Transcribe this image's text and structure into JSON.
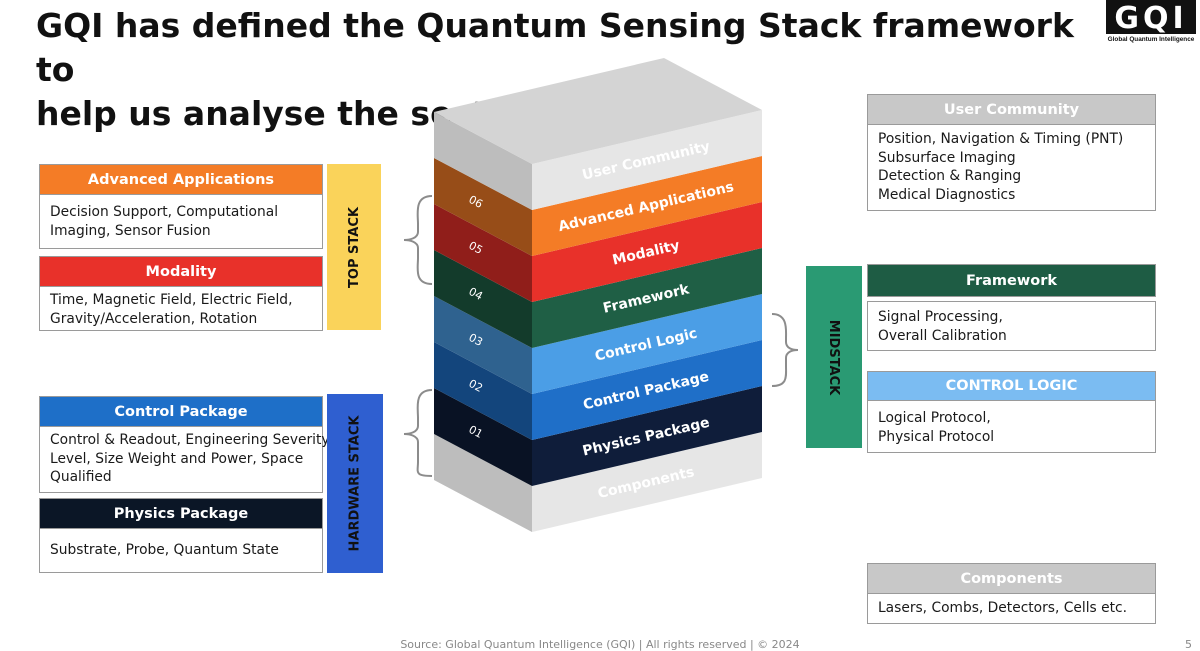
{
  "title_lines": [
    "GQI has defined the Quantum Sensing Stack framework to",
    "help us analyse the sector"
  ],
  "logo": {
    "letters": "GQI",
    "tagline": "Global Quantum Intelligence"
  },
  "stack": [
    {
      "label": "User Community",
      "num": "",
      "color": "#e6e6e6"
    },
    {
      "label": "Advanced Applications",
      "num": "06",
      "color": "#f47c26"
    },
    {
      "label": "Modality",
      "num": "05",
      "color": "#e8312a"
    },
    {
      "label": "Framework",
      "num": "04",
      "color": "#1f5f45"
    },
    {
      "label": "Control Logic",
      "num": "03",
      "color": "#4b9ee6"
    },
    {
      "label": "Control Package",
      "num": "02",
      "color": "#1f6fc8"
    },
    {
      "label": "Physics Package",
      "num": "01",
      "color": "#0f1d3a"
    },
    {
      "label": "Components",
      "num": "",
      "color": "#e6e6e6"
    }
  ],
  "left_cards": {
    "advanced": {
      "title": "Advanced Applications",
      "lines": [
        "Decision Support, Computational",
        "Imaging, Sensor Fusion"
      ],
      "color": "#f47c26"
    },
    "modality": {
      "title": "Modality",
      "lines": [
        "Time, Magnetic Field, Electric Field,",
        "Gravity/Acceleration, Rotation"
      ],
      "color": "#e8312a"
    },
    "control_package": {
      "title": "Control Package",
      "lines": [
        "Control & Readout, Engineering Severity",
        "Level, Size Weight and Power, Space",
        "Qualified"
      ],
      "color": "#1e6fc8"
    },
    "physics_package": {
      "title": "Physics Package",
      "lines": [
        "Substrate, Probe, Quantum State"
      ],
      "color": "#0b1626"
    }
  },
  "right_cards": {
    "user_community": {
      "title": "User Community",
      "lines": [
        "Position, Navigation & Timing (PNT)",
        "Subsurface Imaging",
        "Detection & Ranging",
        "Medical Diagnostics"
      ],
      "color": "#c8c8c8"
    },
    "framework": {
      "title": "Framework",
      "lines": [
        "Signal Processing,",
        "Overall Calibration"
      ],
      "color": "#1e5c44"
    },
    "control_logic": {
      "title": "CONTROL LOGIC",
      "lines": [
        "Logical Protocol,",
        "Physical Protocol"
      ],
      "color": "#7bbcf2"
    },
    "components": {
      "title": "Components",
      "lines": [
        "Lasers, Combs, Detectors, Cells etc."
      ],
      "color": "#c8c8c8"
    }
  },
  "groups": {
    "top_stack": {
      "label": "TOP STACK",
      "color": "#fad35a"
    },
    "hardware_stack": {
      "label": "HARDWARE STACK",
      "color": "#2f5fd0"
    },
    "midstack": {
      "label": "MIDSTACK",
      "color": "#2a9a73"
    }
  },
  "footer": {
    "source": "Source: Global Quantum Intelligence (GQI) | All rights reserved | © 2024",
    "page": "5"
  }
}
